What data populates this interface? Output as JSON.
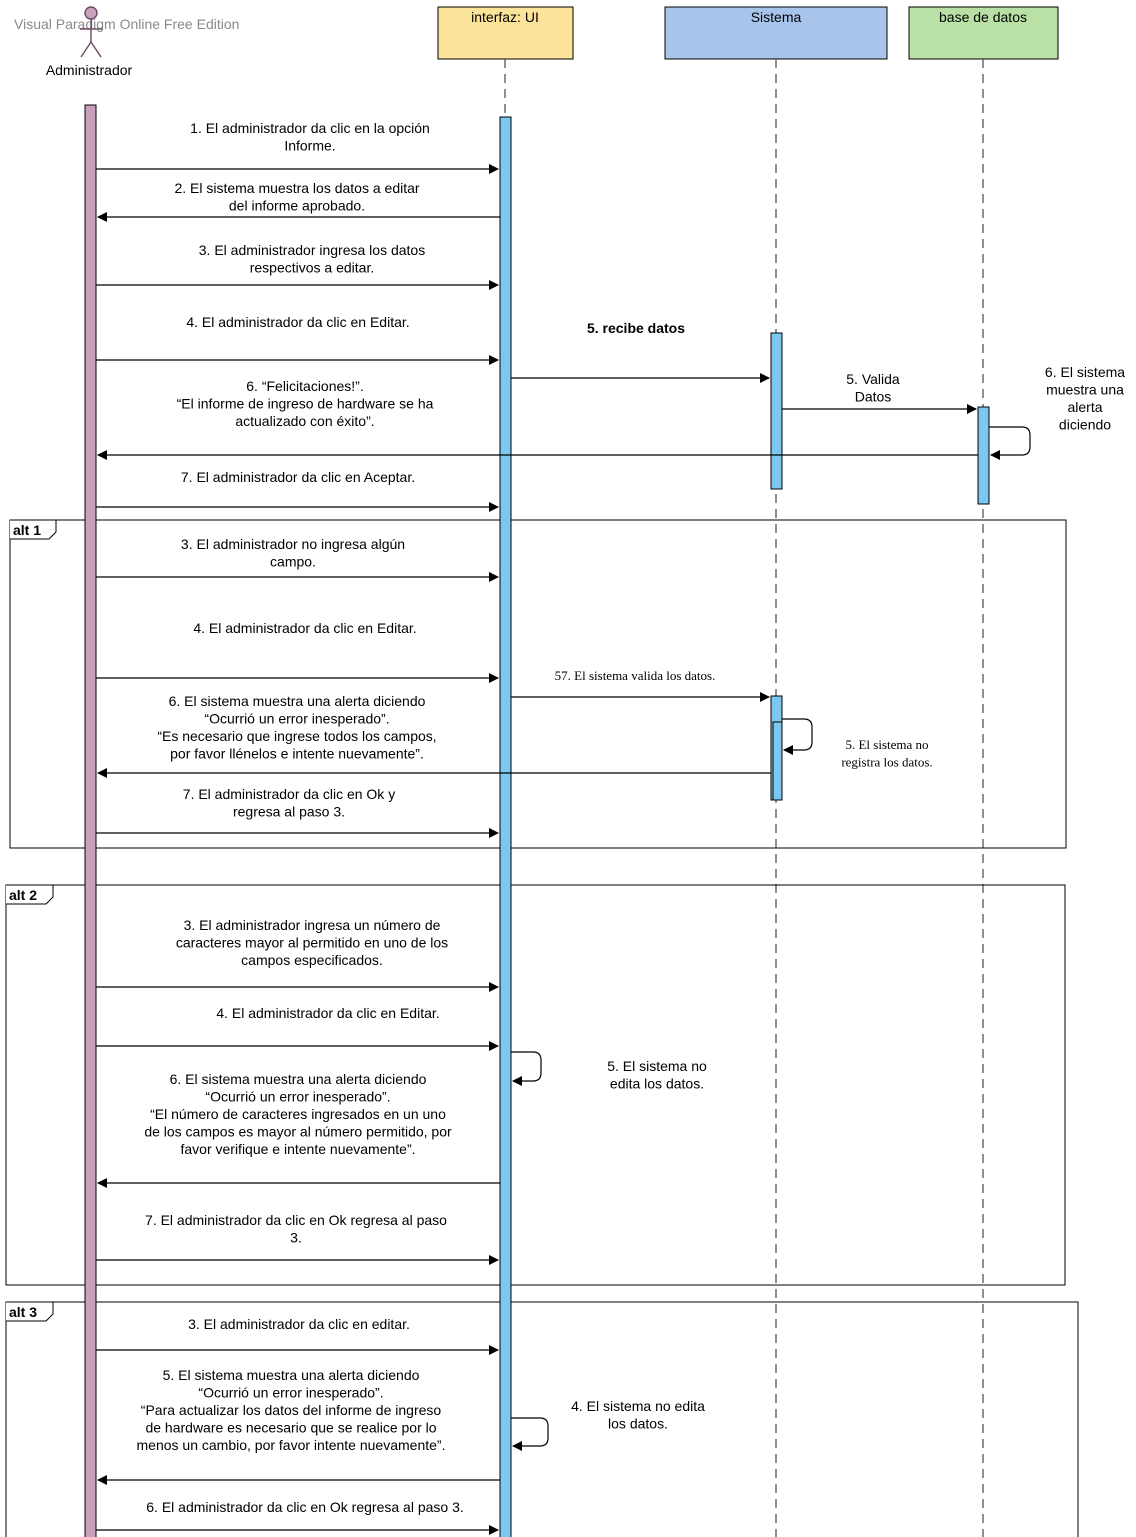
{
  "watermark": "Visual Paradigm Online Free Edition",
  "colors": {
    "admin_activation": "#c9a0bd",
    "blue_activation": "#7cc8f0",
    "ui_head": "#fbe39a",
    "sistema_head": "#a9c4eb",
    "bd_head": "#b9e0a5",
    "line": "#000000",
    "lifeline": "#555555"
  },
  "actor": {
    "name": "Administrador",
    "icon": "stick-figure-icon"
  },
  "participants": [
    {
      "id": "ui",
      "label": "interfaz: UI"
    },
    {
      "id": "sistema",
      "label": "Sistema"
    },
    {
      "id": "bd",
      "label": "base de datos"
    }
  ],
  "main": {
    "m1": [
      "1. El administrador da clic en la opción",
      "Informe."
    ],
    "m2": [
      "2. El sistema muestra los datos a editar",
      "del informe aprobado."
    ],
    "m3": [
      "3. El administrador ingresa los datos",
      "respectivos a editar."
    ],
    "m4": [
      "4. El administrador da clic en Editar."
    ],
    "m5a": [
      "5. recibe datos"
    ],
    "m5b": [
      "5. Valida",
      "Datos"
    ],
    "m6bd": [
      "6. El sistema",
      "muestra una",
      "alerta",
      "diciendo"
    ],
    "m6": [
      "6. “Felicitaciones!”.",
      "“El informe de ingreso de hardware se ha",
      "actualizado con éxito”."
    ],
    "m7": [
      "7. El administrador da clic en Aceptar."
    ]
  },
  "alt1": {
    "tag": "alt 1",
    "m3": [
      "3. El administrador no ingresa algún",
      "campo."
    ],
    "m4": [
      "4. El administrador da clic en Editar."
    ],
    "m57": [
      "57. El sistema valida los datos."
    ],
    "m5": [
      "5. El sistema no",
      "registra los datos."
    ],
    "m6": [
      "6. El sistema muestra una alerta diciendo",
      "“Ocurrió un error inesperado”.",
      "“Es necesario que ingrese todos los campos,",
      "por favor llénelos e intente nuevamente”."
    ],
    "m7": [
      "7. El administrador da clic en Ok y",
      "regresa al paso 3."
    ]
  },
  "alt2": {
    "tag": "alt 2",
    "m3": [
      "3. El administrador ingresa un número de",
      "caracteres mayor al permitido en uno de los",
      "campos especificados."
    ],
    "m4": [
      "4. El administrador da clic en Editar."
    ],
    "m5": [
      "5. El sistema no",
      "edita los datos."
    ],
    "m6": [
      "6. El sistema muestra una alerta diciendo",
      "“Ocurrió un error inesperado”.",
      "“El número de caracteres ingresados en un uno",
      "de los campos es mayor al número permitido, por",
      "favor verifique e intente nuevamente”."
    ],
    "m7": [
      "7. El administrador da clic en Ok regresa al paso",
      "3."
    ]
  },
  "alt3": {
    "tag": "alt 3",
    "m3": [
      "3. El administrador da clic en editar."
    ],
    "m4": [
      "4. El sistema no edita",
      "los datos."
    ],
    "m5": [
      "5. El sistema muestra una alerta diciendo",
      "“Ocurrió un error inesperado”.",
      "“Para actualizar los datos del informe de ingreso",
      "de hardware es necesario que se realice por lo",
      "menos un cambio, por favor intente nuevamente”."
    ],
    "m6": [
      "6. El administrador da clic en Ok regresa al paso 3."
    ]
  }
}
